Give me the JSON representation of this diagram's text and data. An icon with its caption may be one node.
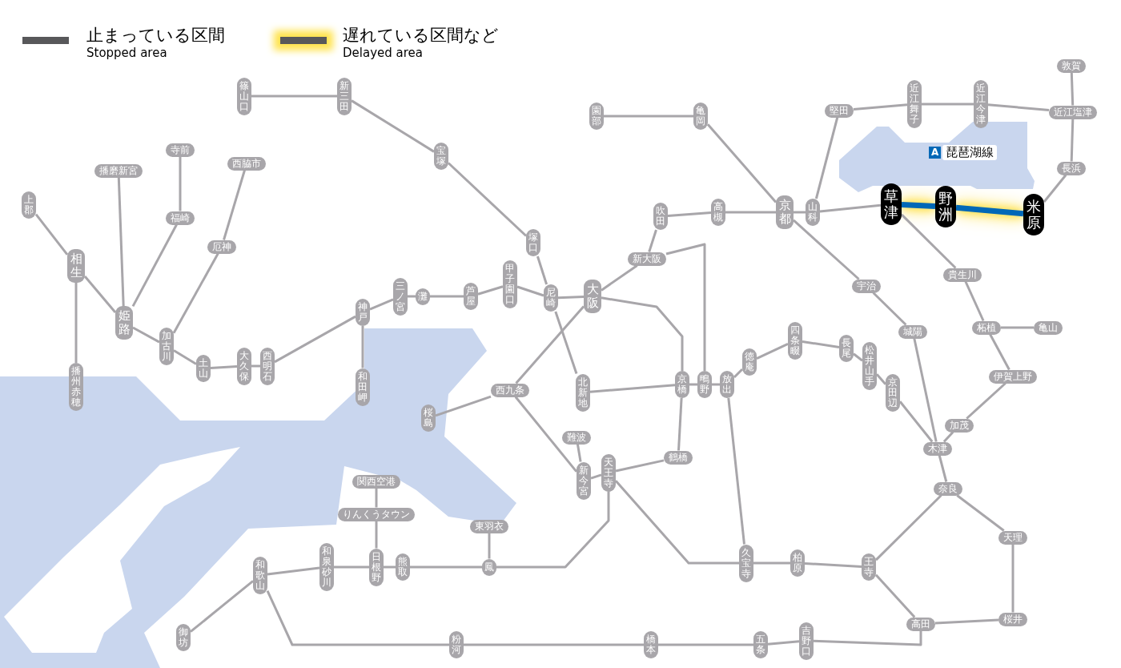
{
  "diagram": {
    "nodes": [
      {
        "text": [
          "篠山口"
        ]
      },
      {
        "text": [
          "新三田"
        ]
      },
      {
        "text": [
          "宝塚"
        ]
      },
      {
        "text": [
          "塚口"
        ]
      },
      {
        "text": [
          "尼崎"
        ]
      },
      {
        "text": [
          "大阪"
        ]
      },
      {
        "text": [
          "新大阪"
        ]
      },
      {
        "text": [
          "吹田"
        ]
      },
      {
        "text": [
          "高槻"
        ]
      },
      {
        "text": [
          "京都"
        ]
      },
      {
        "text": [
          "山科"
        ]
      },
      {
        "text": [
          "園部"
        ]
      },
      {
        "text": [
          "亀岡"
        ]
      },
      {
        "text": [
          "堅田"
        ]
      },
      {
        "text": [
          "近江舞子"
        ]
      },
      {
        "text": [
          "近江今津"
        ]
      },
      {
        "text": [
          "敦賀"
        ]
      },
      {
        "text": [
          "近江塩津"
        ]
      },
      {
        "text": [
          "長浜"
        ]
      },
      {
        "text": [
          "米原"
        ]
      },
      {
        "text": [
          "野洲"
        ]
      },
      {
        "text": [
          "草津"
        ]
      },
      {
        "text": [
          "貴生川"
        ]
      },
      {
        "text": [
          "柘植"
        ]
      },
      {
        "text": [
          "亀山"
        ]
      },
      {
        "text": [
          "伊賀上野"
        ]
      },
      {
        "text": [
          "加茂"
        ]
      },
      {
        "text": [
          "木津"
        ]
      },
      {
        "text": [
          "奈良"
        ]
      },
      {
        "text": [
          "宇治"
        ]
      },
      {
        "text": [
          "城陽"
        ]
      },
      {
        "text": [
          "天理"
        ]
      },
      {
        "text": [
          "桜井"
        ]
      },
      {
        "text": [
          "高田"
        ]
      },
      {
        "text": [
          "王寺"
        ]
      },
      {
        "text": [
          "柏原"
        ]
      },
      {
        "text": [
          "久宝寺"
        ]
      },
      {
        "text": [
          "放出"
        ]
      },
      {
        "text": [
          "鴫野"
        ]
      },
      {
        "text": [
          "京橋"
        ]
      },
      {
        "text": [
          "徳庵"
        ]
      },
      {
        "text": [
          "四条畷"
        ]
      },
      {
        "text": [
          "長尾"
        ]
      },
      {
        "text": [
          "松井山手"
        ]
      },
      {
        "text": [
          "京田辺"
        ]
      },
      {
        "text": [
          "北新地"
        ]
      },
      {
        "text": [
          "西九条"
        ]
      },
      {
        "text": [
          "桜島"
        ]
      },
      {
        "text": [
          "天王寺"
        ]
      },
      {
        "text": [
          "新今宮"
        ]
      },
      {
        "text": [
          "難波"
        ]
      },
      {
        "text": [
          "鶴橋"
        ]
      },
      {
        "text": [
          "東羽衣"
        ]
      },
      {
        "text": [
          "鳳"
        ]
      },
      {
        "text": [
          "関西空港"
        ]
      },
      {
        "text": [
          "りんくうタウン"
        ]
      },
      {
        "text": [
          "日根野"
        ]
      },
      {
        "text": [
          "熊取"
        ]
      },
      {
        "text": [
          "和泉砂川"
        ]
      },
      {
        "text": [
          "和歌山"
        ]
      },
      {
        "text": [
          "御坊"
        ]
      },
      {
        "text": [
          "粉河"
        ]
      },
      {
        "text": [
          "橋本"
        ]
      },
      {
        "text": [
          "五条"
        ]
      },
      {
        "text": [
          "吉野口"
        ]
      },
      {
        "text": [
          "神戸"
        ]
      },
      {
        "text": [
          "和田岬"
        ]
      },
      {
        "text": [
          "三ノ宮"
        ]
      },
      {
        "text": [
          "灘"
        ]
      },
      {
        "text": [
          "芦屋"
        ]
      },
      {
        "text": [
          "甲子園口"
        ]
      },
      {
        "text": [
          "西明石"
        ]
      },
      {
        "text": [
          "大久保"
        ]
      },
      {
        "text": [
          "土山"
        ]
      },
      {
        "text": [
          "加古川"
        ]
      },
      {
        "text": [
          "厄神"
        ]
      },
      {
        "text": [
          "西脇市"
        ]
      },
      {
        "text": [
          "姫路"
        ]
      },
      {
        "text": [
          "福崎"
        ]
      },
      {
        "text": [
          "寺前"
        ]
      },
      {
        "text": [
          "播磨新宮"
        ]
      },
      {
        "text": [
          "相生"
        ]
      },
      {
        "text": [
          "上郡"
        ]
      },
      {
        "text": [
          "播州赤穂"
        ]
      }
    ],
    "edges": [
      {
        "from": 82,
        "to": 81,
        "arrow": "none"
      },
      {
        "from": 81,
        "to": 77,
        "arrow": "none"
      },
      {
        "from": 77,
        "to": 74,
        "arrow": "none"
      },
      {
        "from": 74,
        "to": 73,
        "arrow": "none"
      },
      {
        "from": 73,
        "to": 72,
        "arrow": "none"
      },
      {
        "from": 72,
        "to": 71,
        "arrow": "none"
      },
      {
        "from": 71,
        "to": 65,
        "arrow": "none"
      },
      {
        "from": 65,
        "to": 67,
        "arrow": "none"
      },
      {
        "from": 67,
        "to": 68,
        "arrow": "none"
      },
      {
        "from": 68,
        "to": 69,
        "arrow": "none"
      },
      {
        "from": 69,
        "to": 70,
        "arrow": "none"
      },
      {
        "from": 70,
        "to": 4,
        "arrow": "none"
      },
      {
        "from": 4,
        "to": 5,
        "arrow": "none"
      },
      {
        "from": 5,
        "to": 6,
        "arrow": "none"
      },
      {
        "from": 6,
        "to": 7,
        "arrow": "none"
      },
      {
        "from": 7,
        "to": 8,
        "arrow": "none"
      },
      {
        "from": 8,
        "to": 9,
        "arrow": "none"
      },
      {
        "from": 9,
        "to": 10,
        "arrow": "none"
      },
      {
        "from": 10,
        "to": 21,
        "arrow": "none"
      },
      {
        "from": 21,
        "to": 20,
        "arrow": "none",
        "style": "thick",
        "color": "#0068b7"
      },
      {
        "from": 20,
        "to": 19,
        "arrow": "none",
        "style": "thick",
        "color": "#0068b7"
      },
      {
        "from": 19,
        "to": 18,
        "arrow": "none"
      },
      {
        "from": 18,
        "to": 17,
        "arrow": "none"
      },
      {
        "from": 17,
        "to": 16,
        "arrow": "none"
      },
      {
        "from": 10,
        "to": 13,
        "arrow": "none"
      },
      {
        "from": 13,
        "to": 14,
        "arrow": "none"
      },
      {
        "from": 14,
        "to": 15,
        "arrow": "none"
      },
      {
        "from": 15,
        "to": 17,
        "arrow": "none"
      },
      {
        "from": 11,
        "to": 12,
        "arrow": "none"
      },
      {
        "from": 12,
        "to": 9,
        "arrow": "none"
      },
      {
        "from": 81,
        "to": 83,
        "arrow": "none"
      },
      {
        "from": 77,
        "to": 80,
        "arrow": "none"
      },
      {
        "from": 77,
        "to": 78,
        "arrow": "none"
      },
      {
        "from": 78,
        "to": 79,
        "arrow": "none"
      },
      {
        "from": 74,
        "to": 75,
        "arrow": "none"
      },
      {
        "from": 75,
        "to": 76,
        "arrow": "none"
      },
      {
        "from": 65,
        "to": 66,
        "arrow": "none"
      },
      {
        "from": 0,
        "to": 1,
        "arrow": "none"
      },
      {
        "from": 1,
        "to": 2,
        "arrow": "none"
      },
      {
        "from": 2,
        "to": 3,
        "arrow": "none"
      },
      {
        "from": 3,
        "to": 4,
        "arrow": "none"
      },
      {
        "from": 4,
        "to": 45,
        "arrow": "none"
      },
      {
        "from": 45,
        "to": 39,
        "arrow": "none"
      },
      {
        "from": 5,
        "to": 39,
        "arrow": "none"
      },
      {
        "from": 39,
        "to": 51,
        "arrow": "none"
      },
      {
        "from": 51,
        "to": 48,
        "arrow": "none"
      },
      {
        "from": 48,
        "to": 49,
        "arrow": "none"
      },
      {
        "from": 49,
        "to": 46,
        "arrow": "none"
      },
      {
        "from": 46,
        "to": 5,
        "arrow": "none"
      },
      {
        "from": 46,
        "to": 47,
        "arrow": "none"
      },
      {
        "from": 39,
        "to": 38,
        "arrow": "none"
      },
      {
        "from": 38,
        "to": 37,
        "arrow": "none"
      },
      {
        "from": 37,
        "to": 40,
        "arrow": "none"
      },
      {
        "from": 40,
        "to": 41,
        "arrow": "none"
      },
      {
        "from": 41,
        "to": 42,
        "arrow": "none"
      },
      {
        "from": 42,
        "to": 43,
        "arrow": "none"
      },
      {
        "from": 43,
        "to": 44,
        "arrow": "none"
      },
      {
        "from": 44,
        "to": 27,
        "arrow": "none"
      },
      {
        "from": 6,
        "to": 38,
        "arrow": "none"
      },
      {
        "from": 37,
        "to": 36,
        "arrow": "none"
      },
      {
        "from": 48,
        "to": 36,
        "arrow": "none"
      },
      {
        "from": 36,
        "to": 35,
        "arrow": "none"
      },
      {
        "from": 35,
        "to": 34,
        "arrow": "none"
      },
      {
        "from": 34,
        "to": 28,
        "arrow": "none"
      },
      {
        "from": 28,
        "to": 27,
        "arrow": "none"
      },
      {
        "from": 9,
        "to": 29,
        "arrow": "none"
      },
      {
        "from": 29,
        "to": 30,
        "arrow": "none"
      },
      {
        "from": 30,
        "to": 27,
        "arrow": "none"
      },
      {
        "from": 27,
        "to": 26,
        "arrow": "none"
      },
      {
        "from": 26,
        "to": 25,
        "arrow": "none"
      },
      {
        "from": 25,
        "to": 23,
        "arrow": "none"
      },
      {
        "from": 23,
        "to": 24,
        "arrow": "none"
      },
      {
        "from": 23,
        "to": 22,
        "arrow": "none"
      },
      {
        "from": 22,
        "to": 21,
        "arrow": "none"
      },
      {
        "from": 28,
        "to": 31,
        "arrow": "none"
      },
      {
        "from": 31,
        "to": 32,
        "arrow": "none"
      },
      {
        "from": 32,
        "to": 33,
        "arrow": "none"
      },
      {
        "from": 34,
        "to": 33,
        "arrow": "none"
      },
      {
        "from": 33,
        "to": 64,
        "arrow": "none"
      },
      {
        "from": 64,
        "to": 63,
        "arrow": "none"
      },
      {
        "from": 63,
        "to": 62,
        "arrow": "none"
      },
      {
        "from": 62,
        "to": 61,
        "arrow": "none"
      },
      {
        "from": 61,
        "to": 59,
        "arrow": "none"
      },
      {
        "from": 48,
        "to": 53,
        "arrow": "none"
      },
      {
        "from": 53,
        "to": 57,
        "arrow": "none"
      },
      {
        "from": 57,
        "to": 56,
        "arrow": "none"
      },
      {
        "from": 56,
        "to": 58,
        "arrow": "none"
      },
      {
        "from": 58,
        "to": 59,
        "arrow": "none"
      },
      {
        "from": 52,
        "to": 53,
        "arrow": "none"
      },
      {
        "from": 55,
        "to": 56,
        "arrow": "none"
      },
      {
        "from": 54,
        "to": 55,
        "arrow": "none"
      },
      {
        "from": 59,
        "to": 60,
        "arrow": "none"
      },
      {
        "from": 50,
        "to": 49,
        "arrow": "none"
      }
    ],
    "labels": [
      "Stopped area",
      "Delayed area",
      "A",
      "琵琶湖線"
    ],
    "legend": [
      {
        "text": "止まっている区間",
        "color": "#58585a"
      },
      {
        "text": "遅れている区間など",
        "color": "#58585a"
      }
    ]
  }
}
